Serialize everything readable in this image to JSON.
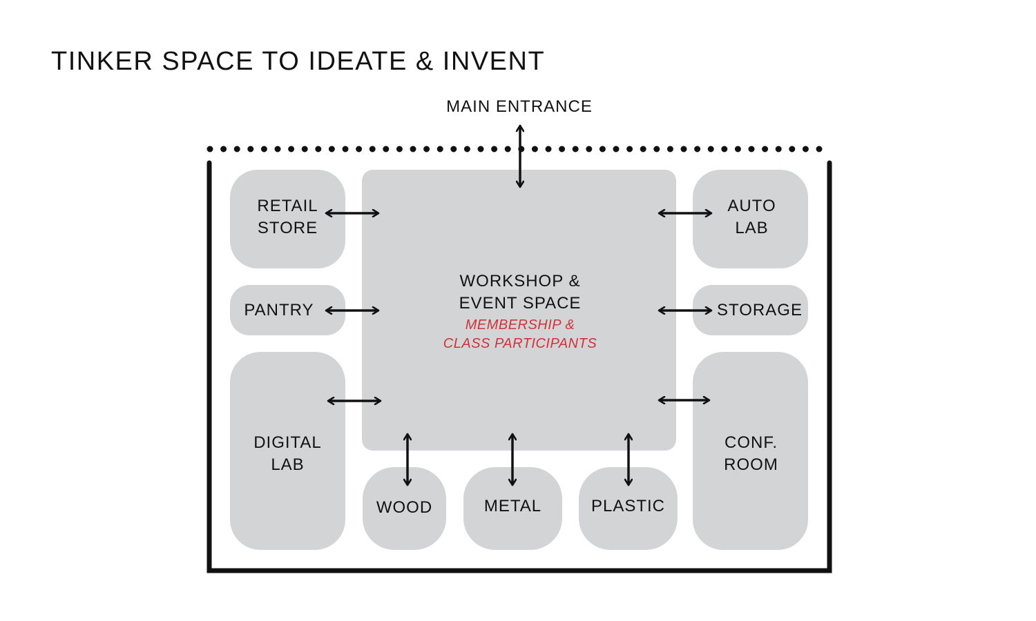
{
  "title": "TINKER SPACE TO IDEATE & INVENT",
  "entrance": "MAIN ENTRANCE",
  "colors": {
    "room_fill": "#d3d4d5",
    "text": "#111111",
    "accent": "#d0323a",
    "wall": "#111111"
  },
  "rooms": {
    "retail_store": [
      "RETAIL",
      "STORE"
    ],
    "pantry": [
      "PANTRY"
    ],
    "digital_lab": [
      "DIGITAL",
      "LAB"
    ],
    "workshop": [
      "WORKSHOP &",
      "EVENT SPACE"
    ],
    "workshop_sub": [
      "MEMBERSHIP &",
      "CLASS PARTICIPANTS"
    ],
    "auto_lab": [
      "AUTO",
      "LAB"
    ],
    "storage": [
      "STORAGE"
    ],
    "conf_room": [
      "CONF.",
      "ROOM"
    ],
    "wood": [
      "WOOD"
    ],
    "metal": [
      "METAL"
    ],
    "plastic": [
      "PLASTIC"
    ]
  }
}
